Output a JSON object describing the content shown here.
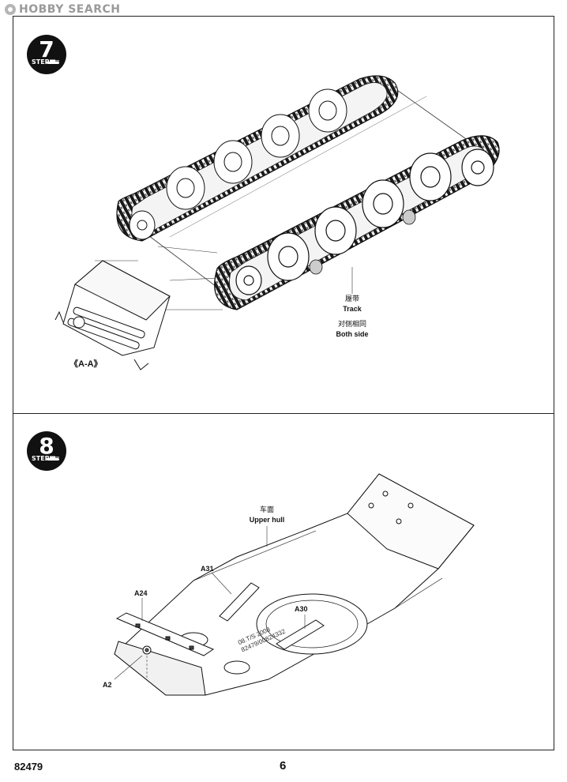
{
  "watermark": {
    "text": "HOBBY SEARCH"
  },
  "step7": {
    "number": "7",
    "label": "STEP",
    "icon": "tank-icon",
    "callouts": {
      "track_cn": "履带",
      "track_en": "Track",
      "both_cn": "对侧相同",
      "both_en": "Both side",
      "section": "《A-A》"
    }
  },
  "step8": {
    "number": "8",
    "label": "STEP",
    "icon": "tank-icon",
    "callouts": {
      "upper_cn": "车面",
      "upper_en": "Upper hull",
      "a31": "A31",
      "a24": "A24",
      "a30": "A30",
      "a2": "A2"
    },
    "hull_marking": "08.T/S 2008\n82479/00824332"
  },
  "footer": {
    "code": "82479",
    "page": "6"
  }
}
